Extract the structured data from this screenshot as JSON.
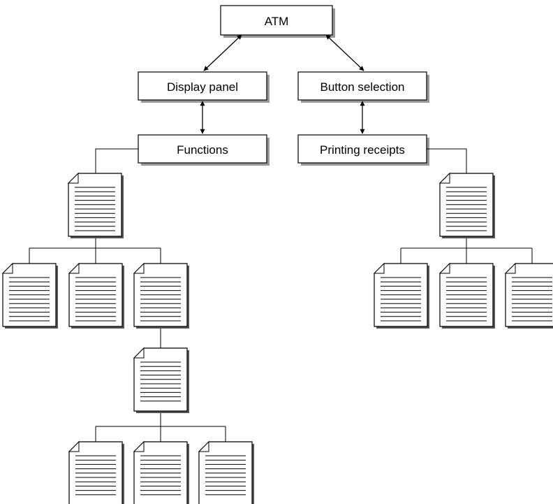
{
  "diagram": {
    "nodes": {
      "atm": "ATM",
      "display_panel": "Display panel",
      "button_selection": "Button selection",
      "functions": "Functions",
      "printing_receipts": "Printing receipts"
    },
    "document_icon": "document-icon",
    "colors": {
      "line": "#000000",
      "box_fill": "#ffffff",
      "shadow": "#999999"
    }
  }
}
